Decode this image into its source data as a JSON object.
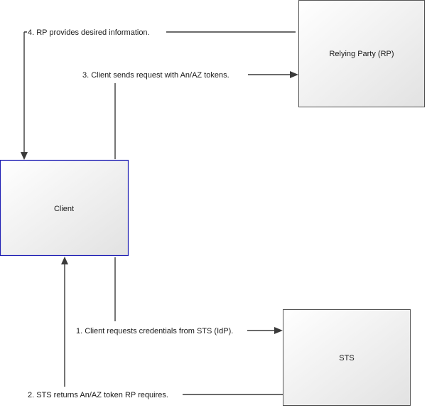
{
  "nodes": {
    "relying_party": {
      "label": "Relying Party (RP)"
    },
    "client": {
      "label": "Client"
    },
    "sts": {
      "label": "STS"
    }
  },
  "steps": {
    "step1": {
      "label": "1. Client requests credentials from STS (IdP)."
    },
    "step2": {
      "label": "2. STS returns An/AZ token RP requires."
    },
    "step3": {
      "label": "3. Client sends request with An/AZ tokens."
    },
    "step4": {
      "label": "4. RP provides desired information."
    }
  },
  "colors": {
    "client_border": "#1f1fb4",
    "box_border": "#555555",
    "box_fill_top": "#ffffff",
    "box_fill_bottom": "#e4e4e4",
    "connector": "#3a3a3a"
  }
}
